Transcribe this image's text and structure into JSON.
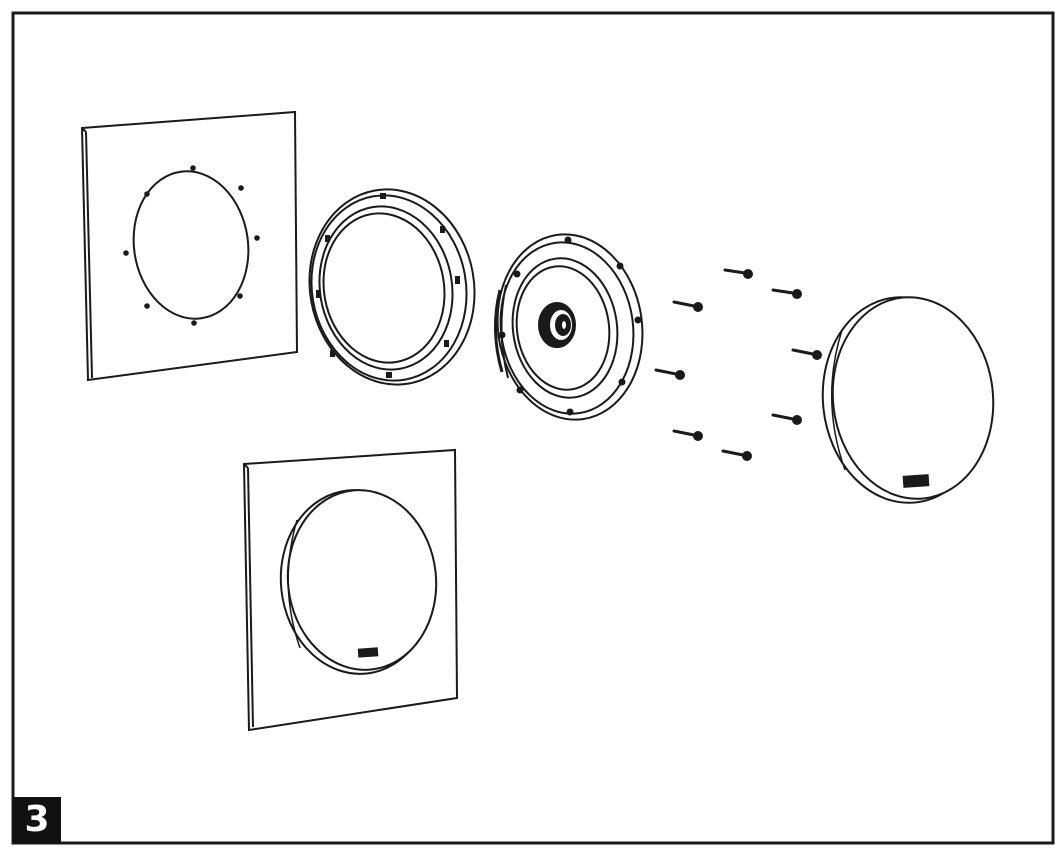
{
  "step": {
    "number": "3"
  },
  "colors": {
    "stroke": "#1a1a1a",
    "fill": "#ffffff",
    "badge_bg": "#111111",
    "badge_text": "#ffffff"
  },
  "parts": {
    "wall_cutout": "wall-panel-with-cutout",
    "mount_ring": "mounting-ring",
    "driver": "speaker-driver",
    "screws": "mounting-screws",
    "grille": "speaker-grille",
    "installed": "installed-speaker-panel"
  },
  "screw_count": 8
}
